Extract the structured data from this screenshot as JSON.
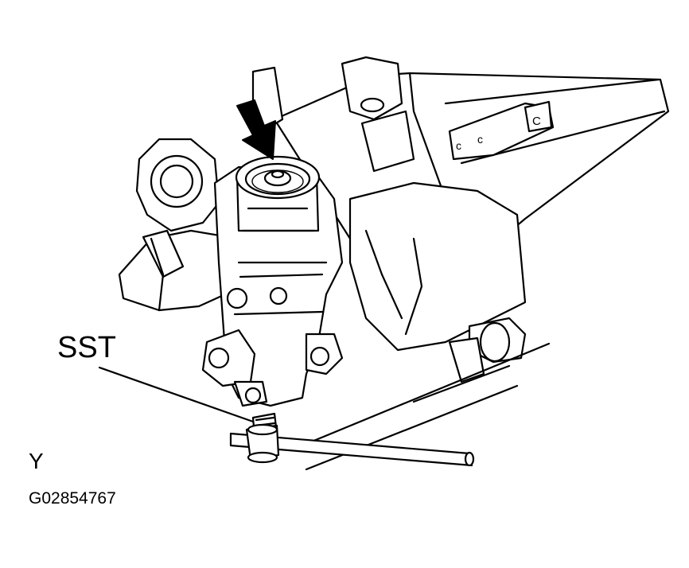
{
  "labels": {
    "tool": "SST",
    "view": "Y",
    "figure_code": "G02854767"
  },
  "icons": [
    "arrow-down-right-icon"
  ],
  "colors": {
    "line": "#000000",
    "background": "#ffffff"
  }
}
